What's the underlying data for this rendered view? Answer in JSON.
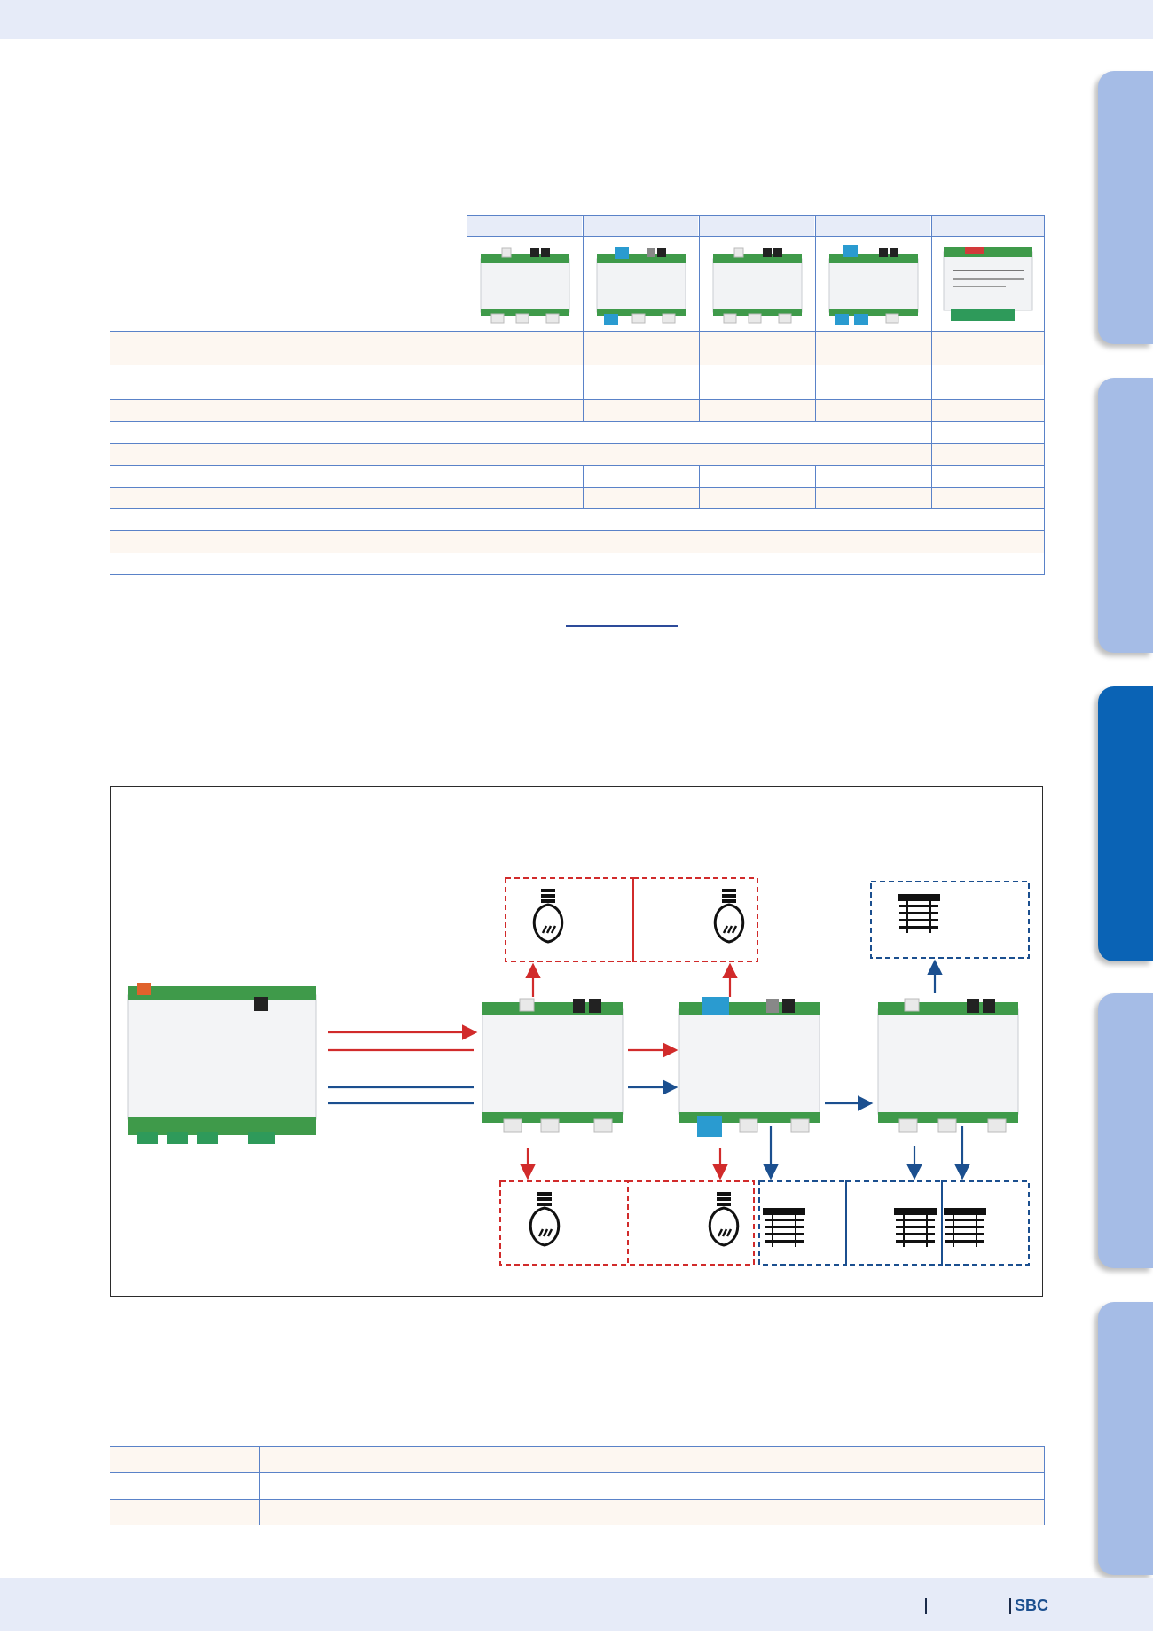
{
  "footer": {
    "brand": "SBC"
  },
  "spec_table": {
    "product_icons": [
      "io-module-white",
      "io-module-blue",
      "io-module-white",
      "io-module-blue",
      "io-module-switch"
    ]
  },
  "diagram": {
    "icons": {
      "lamp": "light-bulb-icon",
      "blind": "window-blind-icon"
    },
    "colors": {
      "light": "#d12b2b",
      "blind": "#1b4f8f"
    }
  },
  "colors": {
    "accent": "#5a82c8",
    "tab_light": "#a5bce6",
    "tab_active": "#0a63b5",
    "band": "#e6ebf8",
    "row_tint": "#fdf7f1"
  }
}
